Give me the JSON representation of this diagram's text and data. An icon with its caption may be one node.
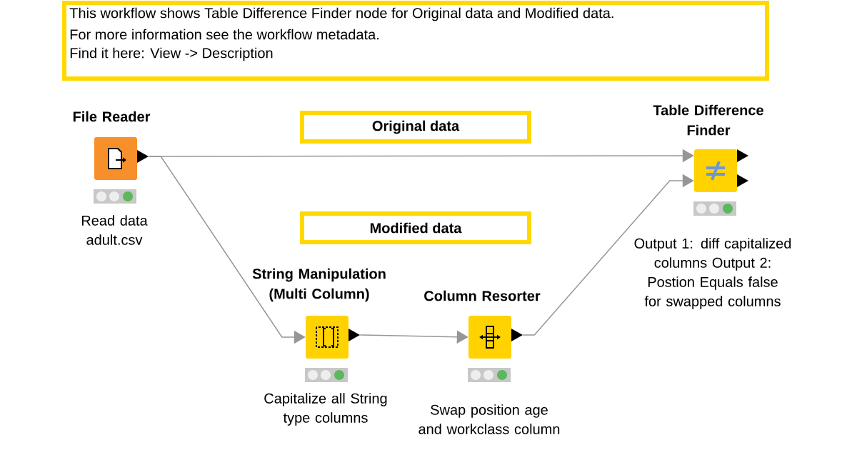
{
  "diagram": {
    "nodes": [
      {
        "text": [
          "This workflow shows Table Difference Finder node for Original data and Modified data.",
          "For more information see the workflow metadata.",
          "Find it here: View -> Description"
        ]
      },
      {
        "text": [
          "Original data"
        ]
      },
      {
        "text": [
          "Modified data"
        ]
      },
      {
        "text": [
          "File Reader"
        ],
        "beside": [
          "Read data adult.csv"
        ]
      },
      {
        "text": [
          "String Manipulation (Multi Column)"
        ],
        "beside": [
          "Capitalize all String type columns"
        ]
      },
      {
        "text": [
          "Column Resorter"
        ],
        "beside": [
          "Swap position age and workclass column"
        ]
      },
      {
        "text": [
          "Table Difference Finder"
        ],
        "beside": [
          "Output 1: diff capitalized columns Output 2: Postion Equals false for swapped columns"
        ]
      }
    ],
    "edges": [
      {
        "from": 3,
        "to": 6,
        "arrow": "to"
      },
      {
        "from": 3,
        "to": 4,
        "arrow": "to"
      },
      {
        "from": 4,
        "to": 5,
        "arrow": "to"
      },
      {
        "from": 5,
        "to": 6,
        "arrow": "to"
      }
    ]
  }
}
